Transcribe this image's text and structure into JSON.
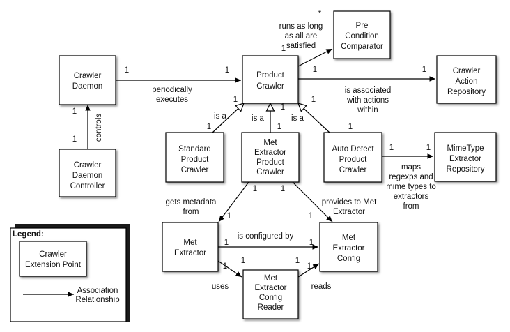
{
  "boxes": {
    "crawler_daemon": [
      "Crawler",
      "Daemon"
    ],
    "product_crawler": [
      "Product",
      "Crawler"
    ],
    "pre_condition_comparator": [
      "Pre",
      "Condition",
      "Comparator"
    ],
    "crawler_action_repository": [
      "Crawler",
      "Action",
      "Repository"
    ],
    "crawler_daemon_controller": [
      "Crawler",
      "Daemon",
      "Controller"
    ],
    "standard_product_crawler": [
      "Standard",
      "Product",
      "Crawler"
    ],
    "met_extractor_product_crawler": [
      "Met",
      "Extractor",
      "Product",
      "Crawler"
    ],
    "auto_detect_product_crawler": [
      "Auto Detect",
      "Product",
      "Crawler"
    ],
    "mimetype_extractor_repository": [
      "MimeType",
      "Extractor",
      "Repository"
    ],
    "met_extractor": [
      "Met",
      "Extractor"
    ],
    "met_extractor_config": [
      "Met",
      "Extractor",
      "Config"
    ],
    "met_extractor_config_reader": [
      "Met",
      "Extractor",
      "Config",
      "Reader"
    ]
  },
  "relations": {
    "periodically_executes": [
      "periodically",
      "executes"
    ],
    "runs_as_long": [
      "runs as long",
      "as all are",
      "satisfied"
    ],
    "is_associated": [
      "is associated",
      "with actions",
      "within"
    ],
    "controls": "controls",
    "is_a": "is a",
    "maps_regexps": [
      "maps",
      "regexps and",
      "mime types to",
      "extractors",
      "from"
    ],
    "gets_metadata": [
      "gets metadata",
      "from"
    ],
    "provides_to": [
      "provides to Met",
      "Extractor"
    ],
    "is_configured_by": "is configured by",
    "uses": "uses",
    "reads": "reads"
  },
  "multiplicity": "1",
  "asterisk": "*",
  "legend": {
    "title": "Legend:",
    "extension_point": [
      "Crawler",
      "Extension Point"
    ],
    "association": [
      "Association",
      "Relationship"
    ]
  }
}
